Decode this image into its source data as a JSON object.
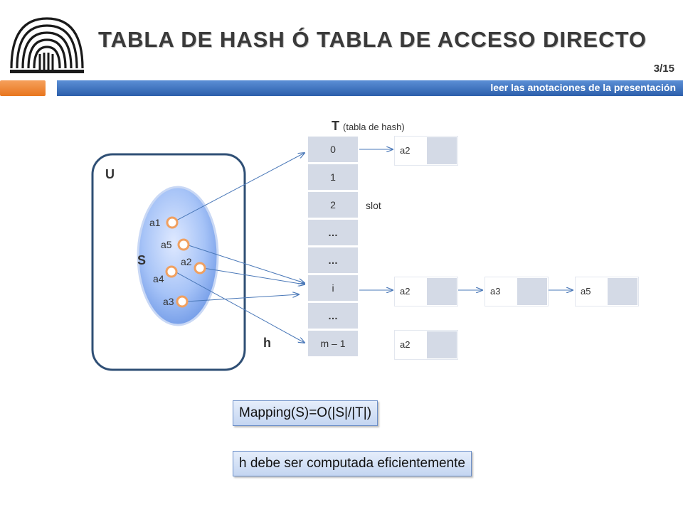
{
  "header": {
    "title": "TABLA DE HASH Ó TABLA DE ACCESO DIRECTO",
    "slide_number": "3/15",
    "note": "leer las anotaciones de la presentación"
  },
  "diagram": {
    "universe_label": "U",
    "set_label": "S",
    "keys": [
      "a1",
      "a5",
      "a2",
      "a4",
      "a3"
    ],
    "function_label": "h",
    "table_label": "T",
    "table_caption": "(tabla de hash)",
    "slot_label": "slot",
    "table_cells": [
      "0",
      "1",
      "2",
      "…",
      "…",
      "i",
      "…",
      "m – 1"
    ],
    "chains": {
      "slot0": [
        "a2"
      ],
      "sloti": [
        "a2",
        "a3",
        "a5"
      ],
      "slotm": [
        "a2"
      ]
    }
  },
  "formulas": {
    "mapping": "Mapping(S)=O(|S|/|T|)",
    "efficiency": "h debe ser computada eficientemente"
  },
  "colors": {
    "accent_blue": "#2c5fab",
    "accent_orange": "#e8761e",
    "key_circle": "#f0a060",
    "cell_fill": "#d4dae6",
    "arrow": "#4a78b8"
  }
}
